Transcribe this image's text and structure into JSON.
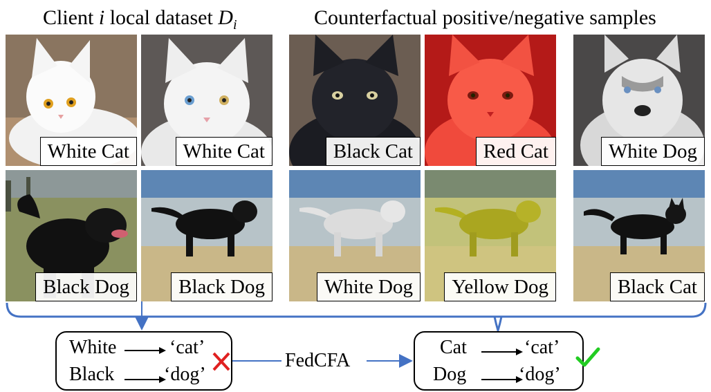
{
  "headings": {
    "left_prefix": "Client ",
    "left_var": "i",
    "left_middle": " local dataset ",
    "left_set": "D",
    "left_sub": "i",
    "right": "Counterfactual positive/negative samples"
  },
  "tiles": [
    {
      "caption": "White Cat",
      "icon": "white-cat-image"
    },
    {
      "caption": "White Cat",
      "icon": "white-cat-image"
    },
    {
      "caption": "Black Cat",
      "icon": "black-cat-image"
    },
    {
      "caption": "Red Cat",
      "icon": "red-cat-image"
    },
    {
      "caption": "White Dog",
      "icon": "white-husky-image"
    },
    {
      "caption": "Black Dog",
      "icon": "black-dog-image"
    },
    {
      "caption": "Black Dog",
      "icon": "black-dog-beach-image"
    },
    {
      "caption": "White Dog",
      "icon": "white-dog-beach-image"
    },
    {
      "caption": "Yellow Dog",
      "icon": "yellow-dog-beach-image"
    },
    {
      "caption": "Black Cat",
      "icon": "black-cat-beach-image"
    }
  ],
  "left_box": {
    "row1_word": "White",
    "row1_label": "‘cat’",
    "row2_word": "Black",
    "row2_label": "‘dog’",
    "status_icon": "red-cross-icon"
  },
  "middle_label": "FedCFA",
  "right_box": {
    "row1_word": "Cat",
    "row1_label": "‘cat’",
    "row2_word": "Dog",
    "row2_label": "‘dog’",
    "status_icon": "green-check-icon"
  },
  "colors": {
    "connector": "#4472c4",
    "cross": "#e02020",
    "check": "#22cc22",
    "red_bg": "#c4221e",
    "yellow_dog": "#b3b022",
    "sky": "#5d86b4",
    "sand": "#c9b788"
  }
}
